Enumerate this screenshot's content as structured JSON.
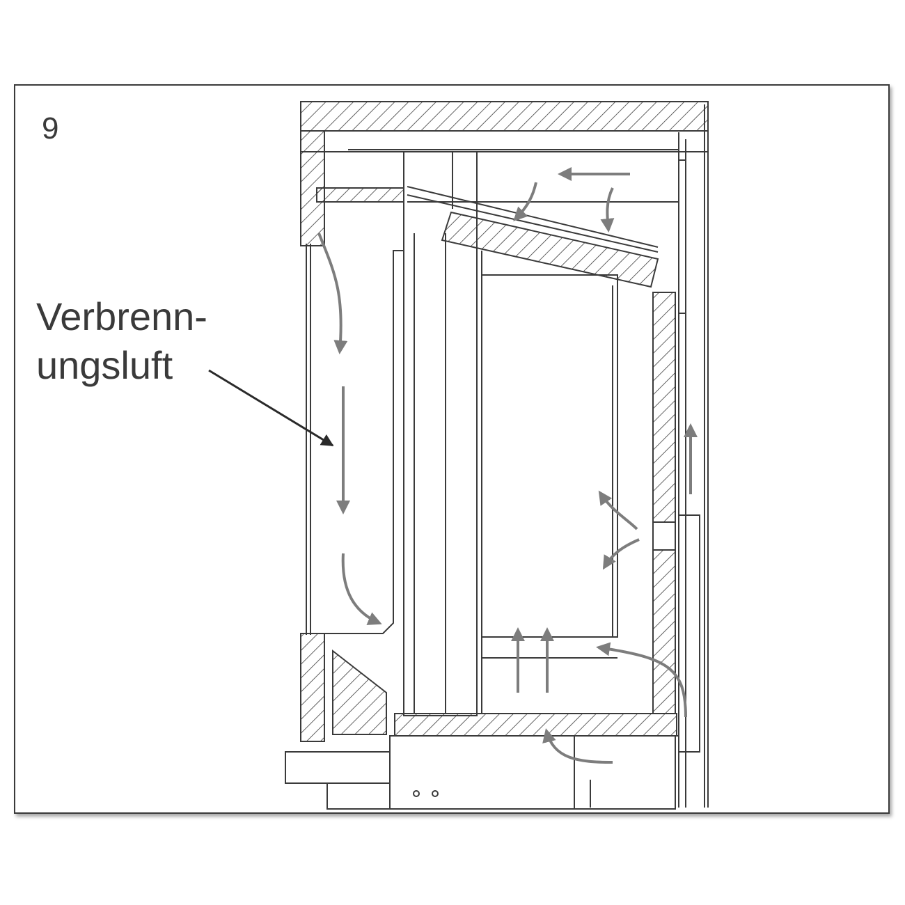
{
  "figure": {
    "number": "9",
    "label_line1": "Verbrenn-",
    "label_line2": "ungsluft"
  },
  "colors": {
    "line": "#3a3a3a",
    "arrow": "#7d7d7d",
    "frame": "#3a3a3a"
  }
}
